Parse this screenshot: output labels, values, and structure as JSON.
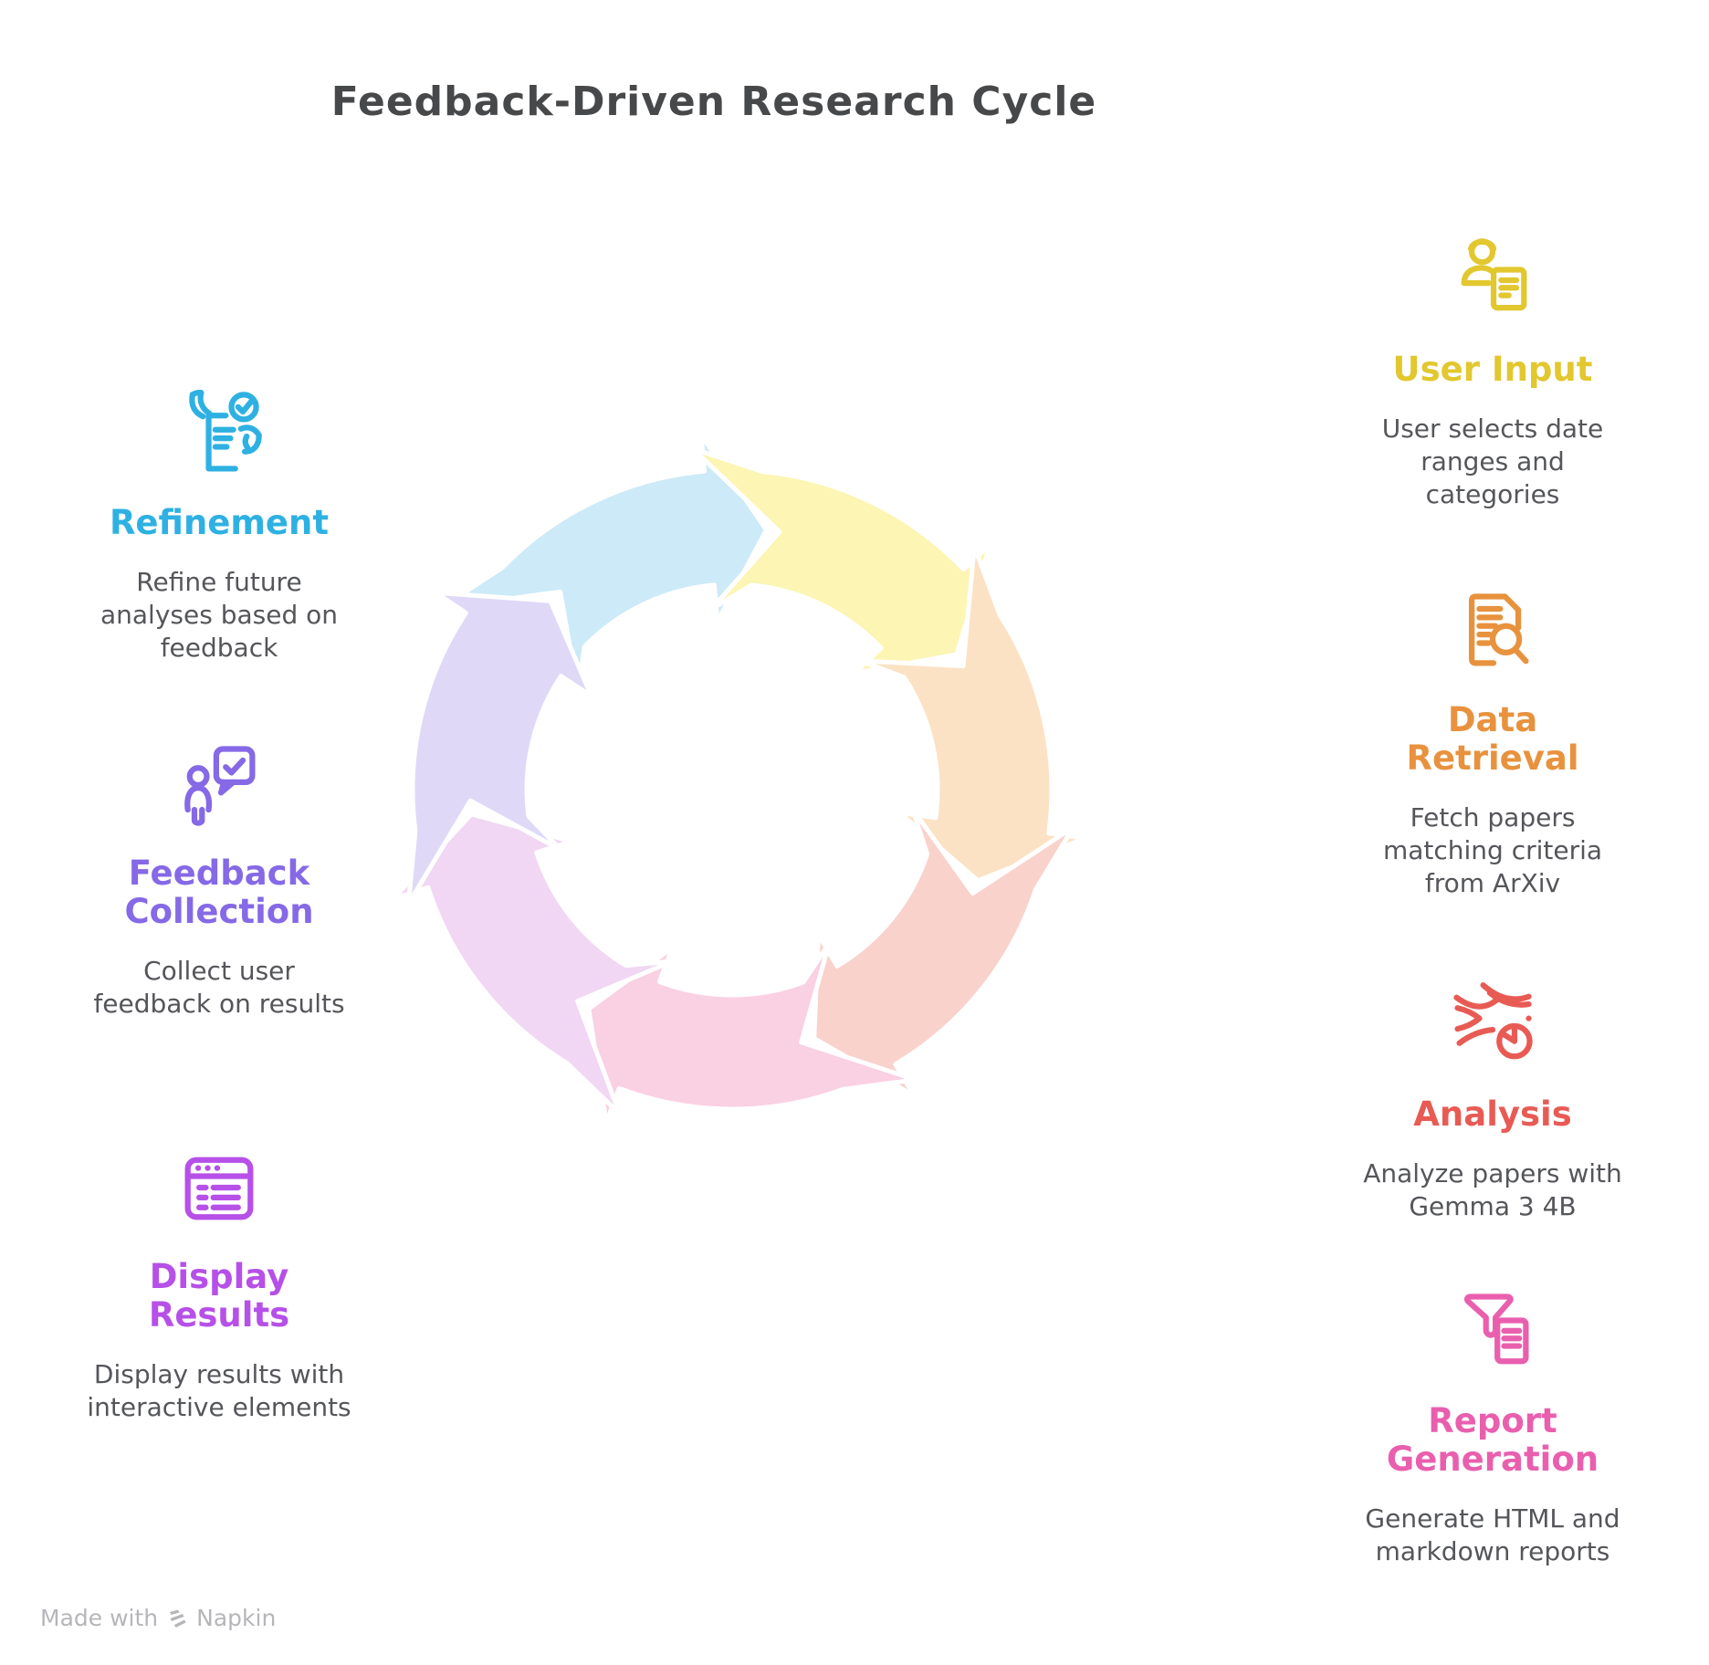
{
  "title": "Feedback-Driven Research Cycle",
  "steps": [
    {
      "id": "user-input",
      "label": "User Input",
      "description": "User selects date ranges and categories",
      "color": "#e2c72f"
    },
    {
      "id": "data-retrieval",
      "label": "Data Retrieval",
      "description": "Fetch papers matching criteria from ArXiv",
      "color": "#e8923e"
    },
    {
      "id": "analysis",
      "label": "Analysis",
      "description": "Analyze papers with Gemma 3 4B",
      "color": "#e85b54"
    },
    {
      "id": "report-generation",
      "label": "Report Generation",
      "description": "Generate HTML and markdown reports",
      "color": "#e95fae"
    },
    {
      "id": "display-results",
      "label": "Display Results",
      "description": "Display results with interactive elements",
      "color": "#b650e8"
    },
    {
      "id": "feedback-collection",
      "label": "Feedback Collection",
      "description": "Collect user feedback on results",
      "color": "#8569e6"
    },
    {
      "id": "refinement",
      "label": "Refinement",
      "description": "Refine future analyses based on feedback",
      "color": "#2eb1e2"
    }
  ],
  "cycle": {
    "direction": "clockwise",
    "outline": "#ffffff",
    "segments": [
      {
        "step": "refinement",
        "fill": "#cdeaf8"
      },
      {
        "step": "user-input",
        "fill": "#fcf5b4"
      },
      {
        "step": "data-retrieval",
        "fill": "#fbe2c4"
      },
      {
        "step": "analysis",
        "fill": "#f9d2cc"
      },
      {
        "step": "report-generation",
        "fill": "#fad0e3"
      },
      {
        "step": "display-results",
        "fill": "#f1d7f3"
      },
      {
        "step": "feedback-collection",
        "fill": "#dfd9f7"
      }
    ]
  },
  "watermark": {
    "prefix": "Made with",
    "brand": "Napkin"
  }
}
